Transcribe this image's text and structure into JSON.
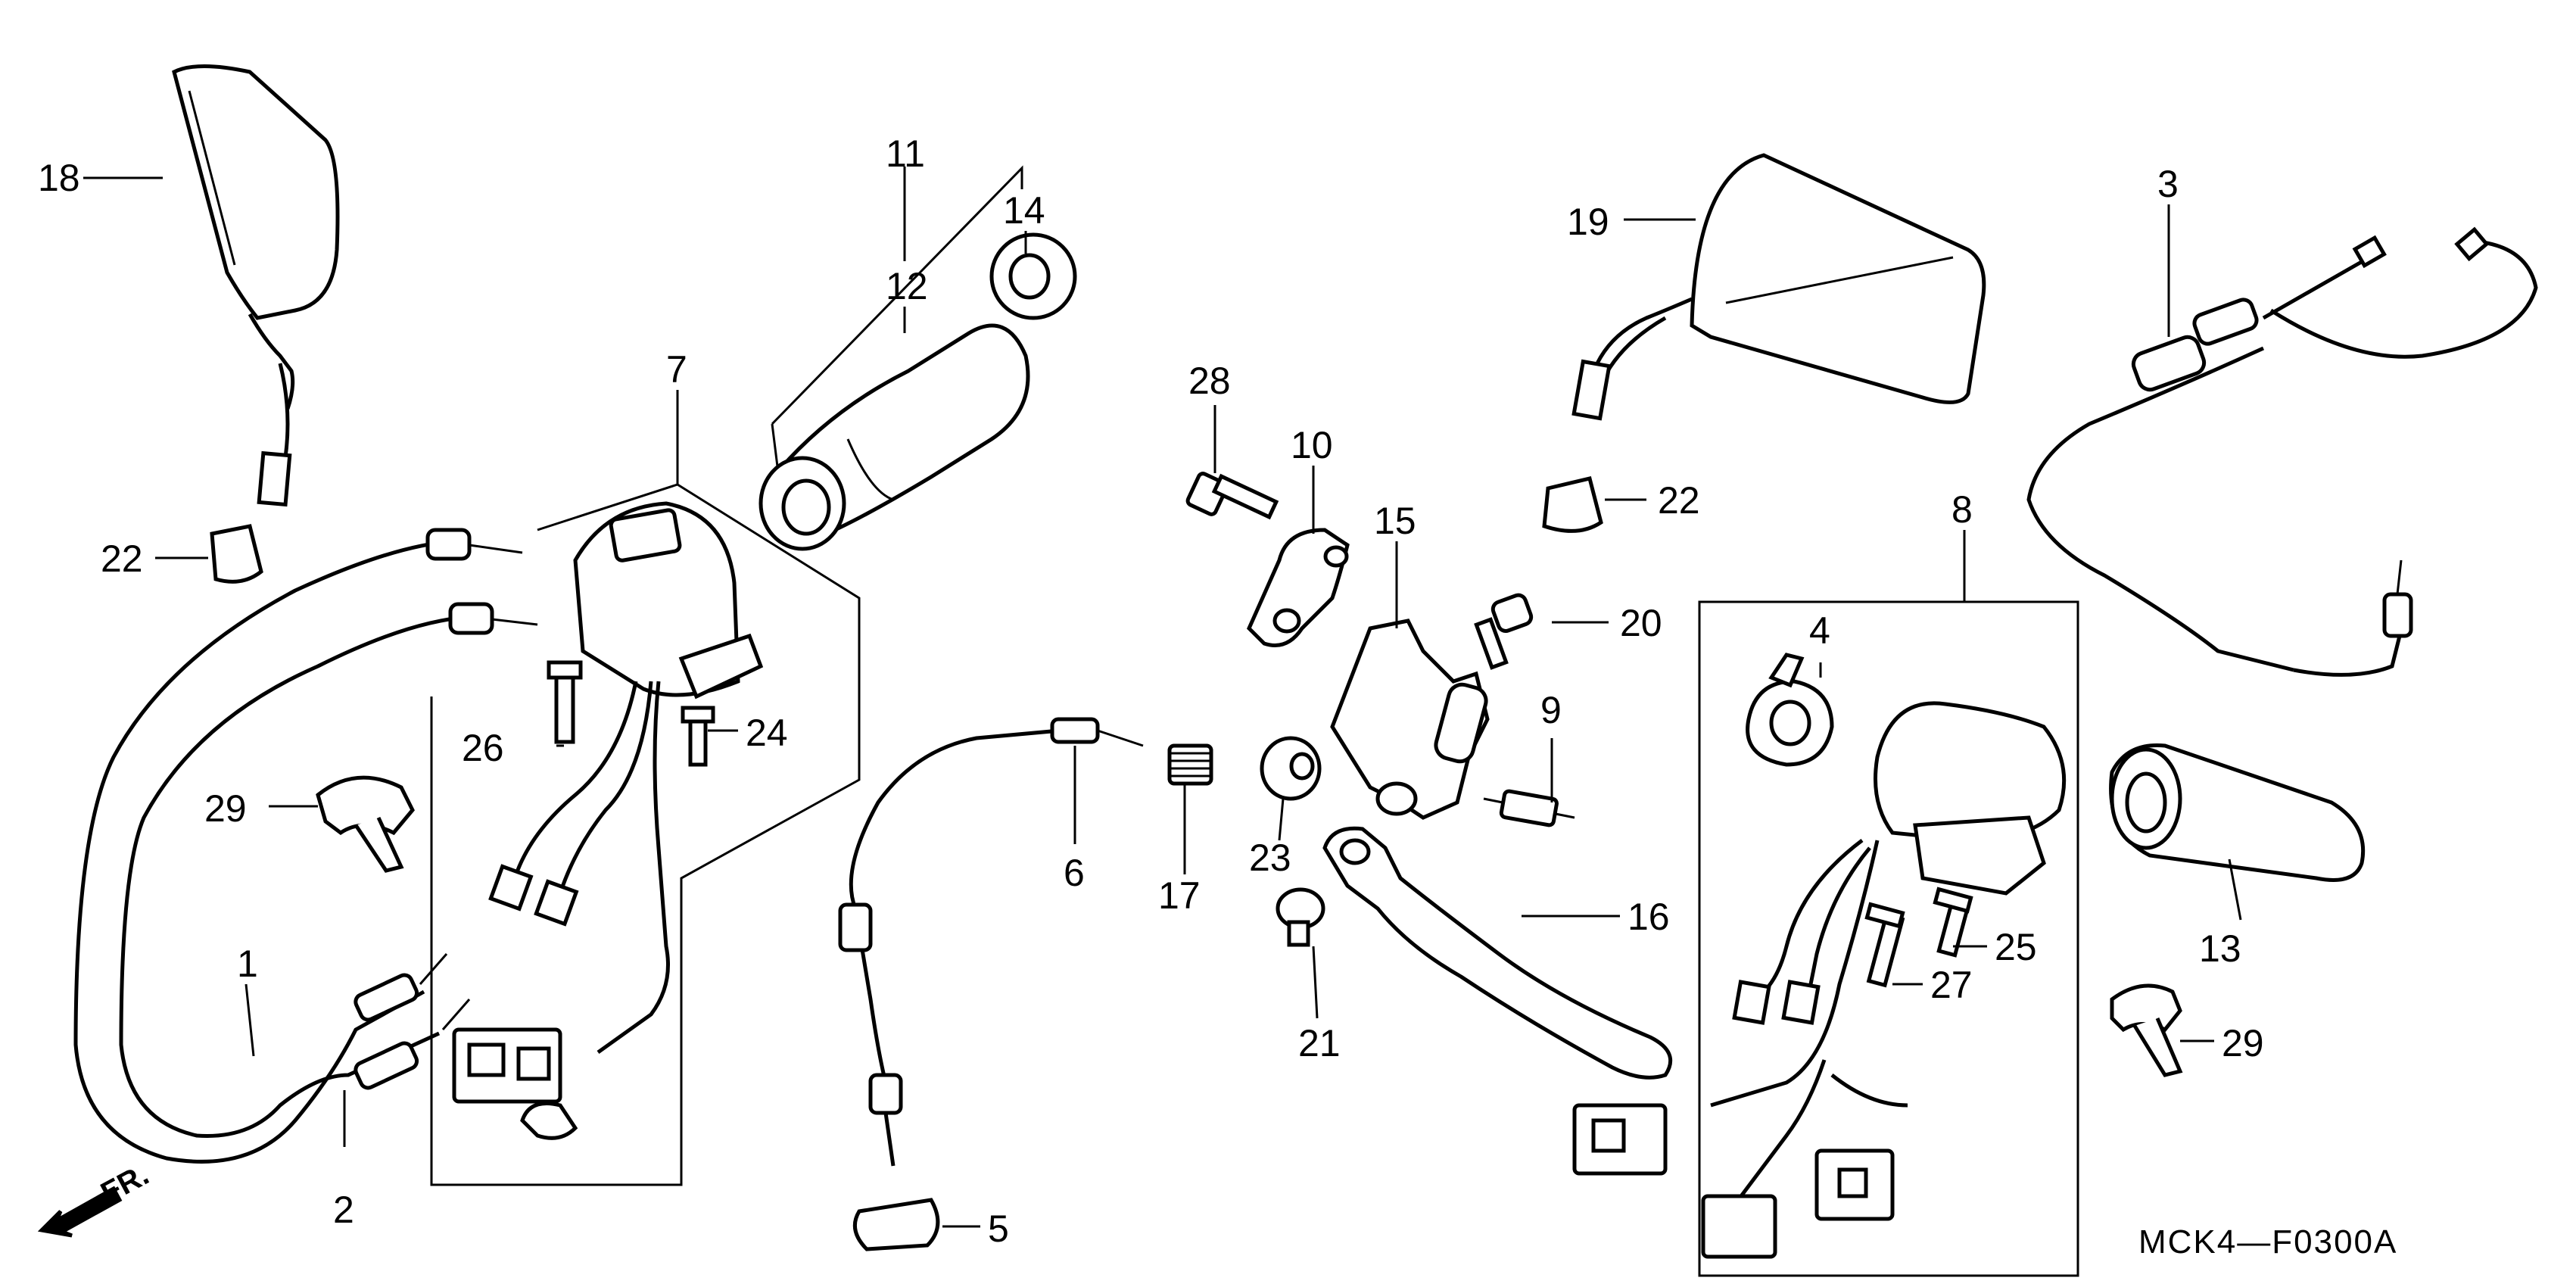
{
  "callouts": {
    "c1": "1",
    "c2": "2",
    "c3": "3",
    "c4": "4",
    "c5": "5",
    "c6": "6",
    "c7": "7",
    "c8": "8",
    "c9": "9",
    "c10": "10",
    "c11": "11",
    "c12": "12",
    "c13": "13",
    "c14": "14",
    "c15": "15",
    "c16": "16",
    "c17": "17",
    "c18": "18",
    "c19": "19",
    "c20": "20",
    "c21": "21",
    "c22a": "22",
    "c22b": "22",
    "c23": "23",
    "c24": "24",
    "c25": "25",
    "c26": "26",
    "c27": "27",
    "c28": "28",
    "c29a": "29",
    "c29b": "29"
  },
  "direction_label": "FR.",
  "diagram_code": "MCK4—F0300A"
}
